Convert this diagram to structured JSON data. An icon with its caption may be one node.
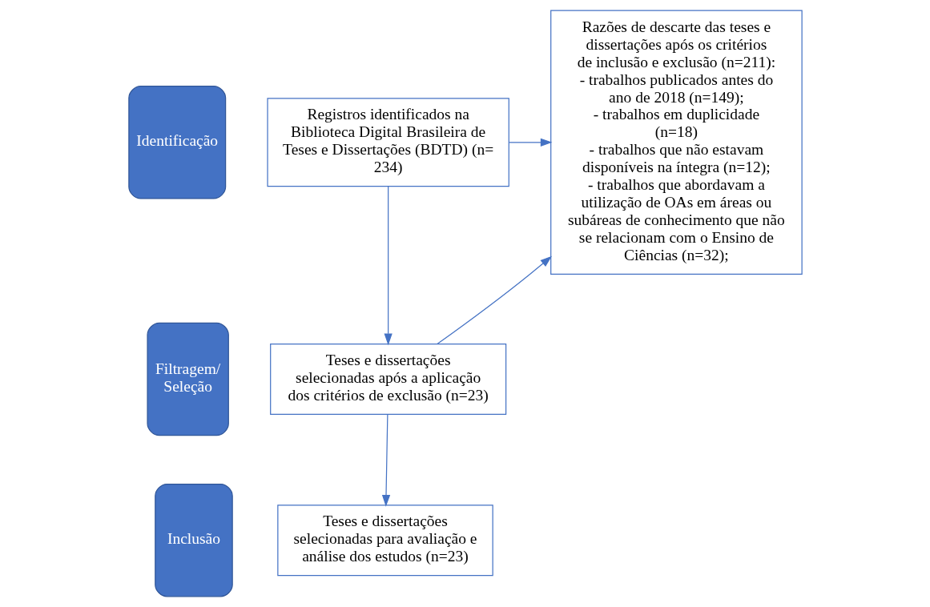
{
  "diagram": {
    "nodes": [
      {
        "text": [
          "Identificação"
        ]
      },
      {
        "text": [
          "Registros identificados na Biblioteca Digital Brasileira de Teses e Dissertações (BDTD) (n= 234)"
        ]
      },
      {
        "text": [
          "Filtragem/ Seleção"
        ]
      },
      {
        "text": [
          "Teses e dissertações selecionadas após a aplicação dos critérios de exclusão (n=23)"
        ]
      },
      {
        "text": [
          "Inclusão"
        ]
      },
      {
        "text": [
          "Teses e dissertações selecionadas para avaliação e análise dos estudos (n=23)"
        ]
      },
      {
        "text": [
          "Razões de descarte das teses e dissertações após os critérios de inclusão e exclusão (n=211):",
          "- trabalhos publicados antes do ano de 2018 (n=149);",
          "- trabalhos em duplicidade (n=18)",
          "- trabalhos que não estavam disponíveis na íntegra (n=12);",
          "- trabalhos que abordavam a utilização de OAs em áreas ou subáreas de conhecimento que não se relacionam com o Ensino de Ciências (n=32);"
        ]
      }
    ],
    "edges": [
      {
        "from": 1,
        "to": 6,
        "arrow": "to"
      },
      {
        "from": 1,
        "to": 3,
        "arrow": "to"
      },
      {
        "from": 3,
        "to": 6,
        "arrow": "to"
      },
      {
        "from": 3,
        "to": 5,
        "arrow": "to"
      }
    ]
  }
}
